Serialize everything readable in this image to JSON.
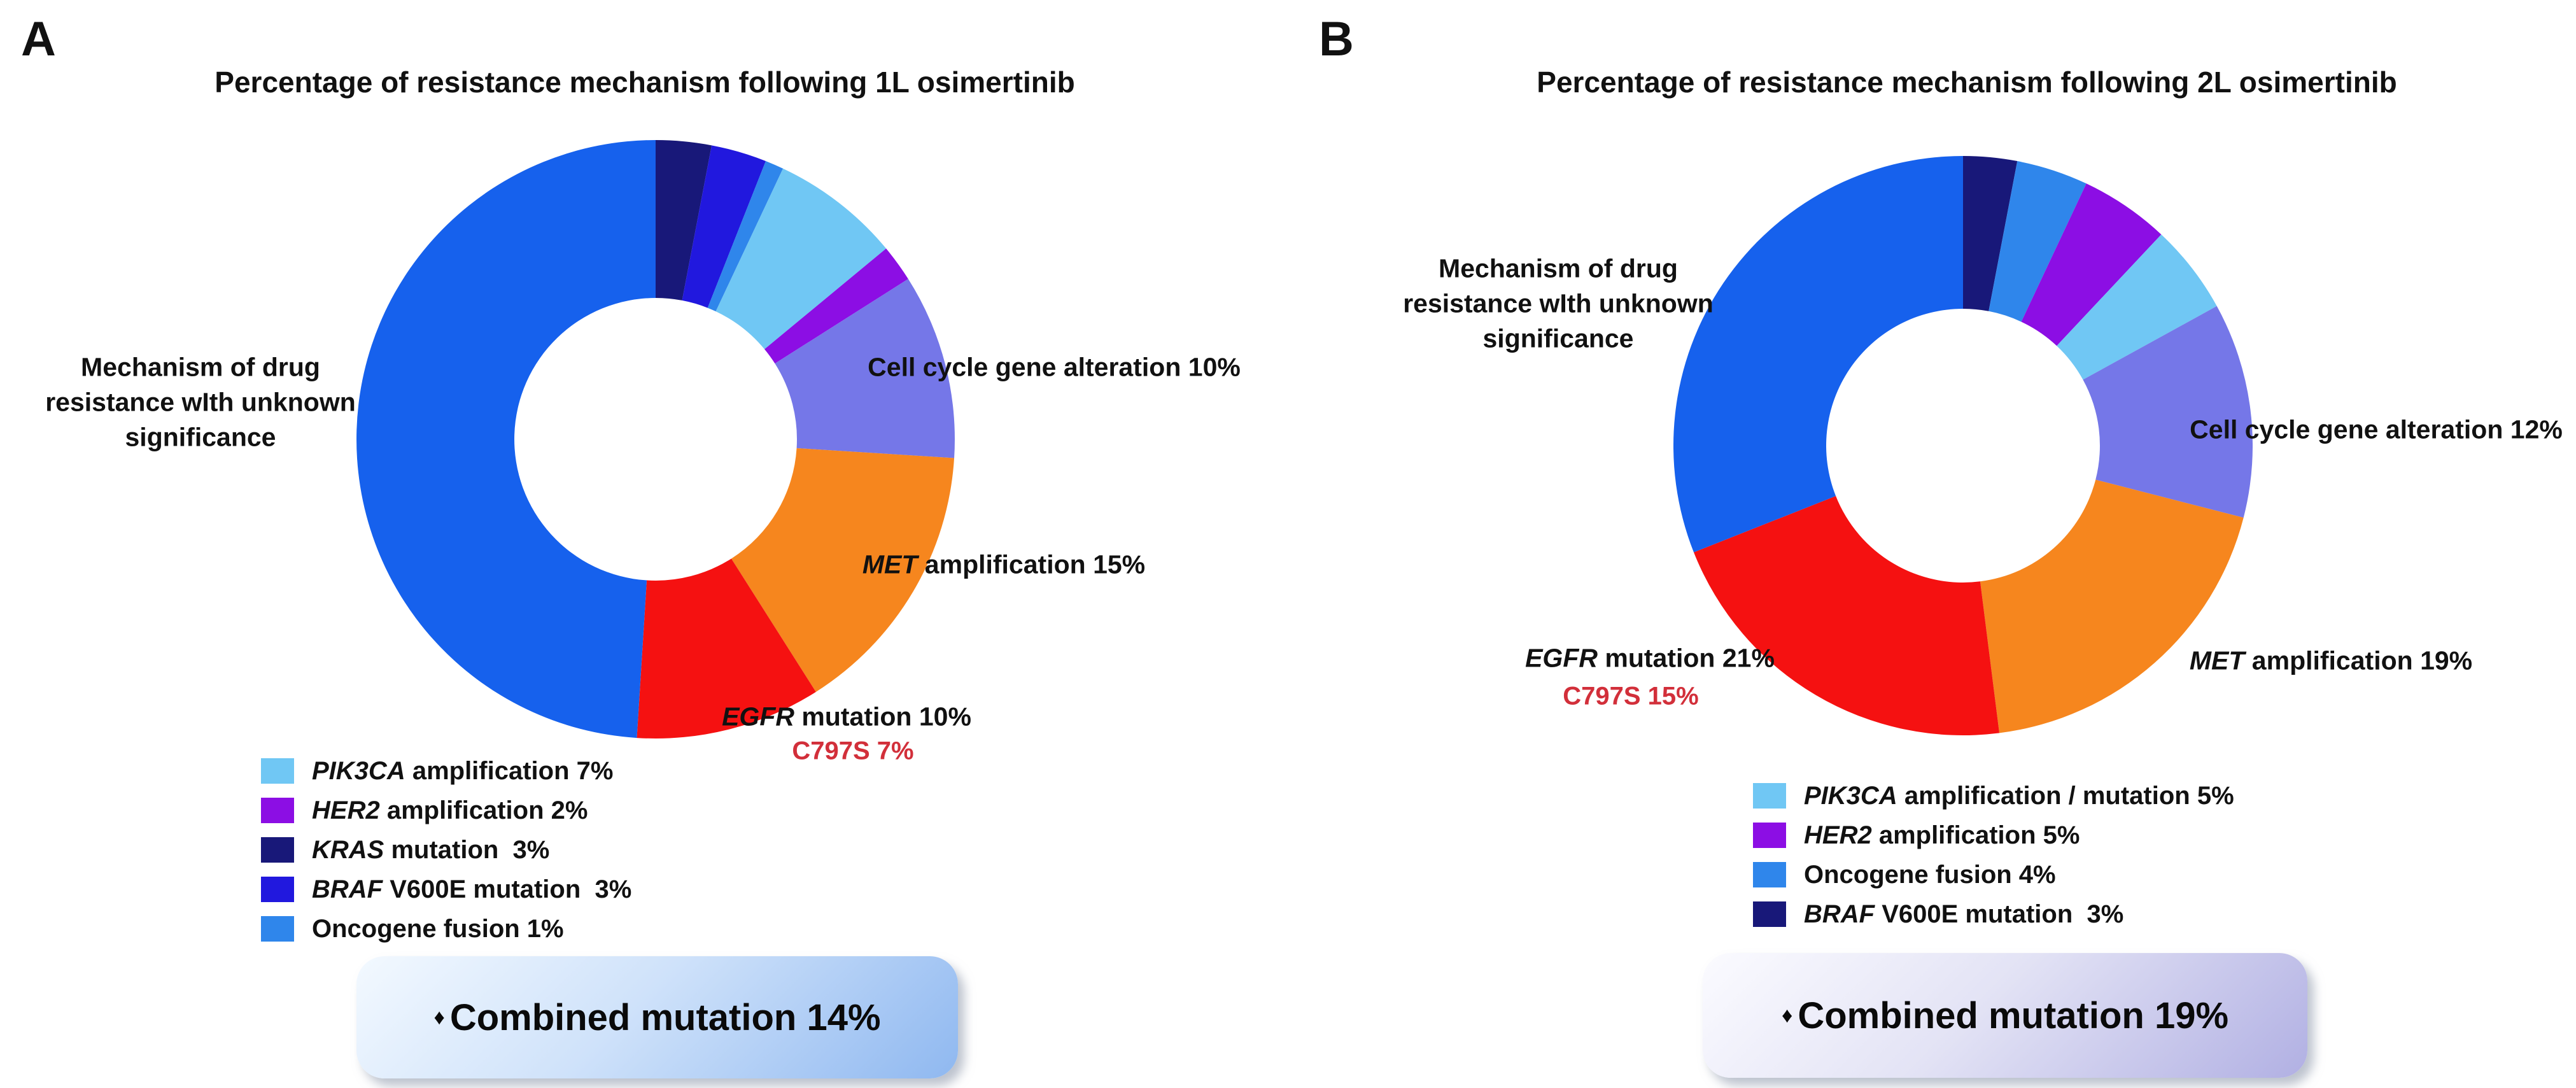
{
  "colors": {
    "unknown_blue": "#1661ED",
    "navy": "#181879",
    "royal_blue": "#2118DE",
    "dodger_blue": "#2F86EB",
    "sky_blue": "#70C7F4",
    "violet": "#8C0EE4",
    "periwinkle": "#7577E8",
    "orange": "#F6861E",
    "red": "#F51111",
    "c797s_text_red": "#D22F3A"
  },
  "panel_a": {
    "panel_label": "A",
    "title": "Percentage of resistance mechanism following 1L osimertinib",
    "unknown_label": {
      "line1": "Mechanism of drug",
      "line2": "resistance wIth unknown",
      "line3": "significance"
    },
    "callout_cell_cycle": {
      "gene": "",
      "text": "Cell cycle gene alteration 10%"
    },
    "callout_met": {
      "gene": "MET",
      "text": " amplification 15%"
    },
    "callout_egfr": {
      "gene": "EGFR",
      "text": " mutation 10%"
    },
    "callout_c797s": "C797S 7%",
    "legend": [
      {
        "gene": "PIK3CA",
        "text": " amplification 7%",
        "color": "#70C7F4"
      },
      {
        "gene": "HER2",
        "text": " amplification 2%",
        "color": "#8C0EE4"
      },
      {
        "gene": "KRAS",
        "text": " mutation  3%",
        "color": "#181879"
      },
      {
        "gene": "BRAF",
        "text": " V600E mutation  3%",
        "color": "#2118DE"
      },
      {
        "gene": "",
        "text": "Oncogene fusion 1%",
        "color": "#2F86EB"
      }
    ],
    "combined_bullet": "♦",
    "combined_label": "Combined mutation 14%"
  },
  "panel_b": {
    "panel_label": "B",
    "title": "Percentage of resistance mechanism following 2L osimertinib",
    "unknown_label": {
      "line1": "Mechanism of drug",
      "line2": "resistance wIth unknown",
      "line3": "significance"
    },
    "callout_cell_cycle": {
      "gene": "",
      "text": "Cell cycle gene alteration 12%"
    },
    "callout_met": {
      "gene": "MET",
      "text": " amplification 19%"
    },
    "callout_egfr": {
      "gene": "EGFR",
      "text": " mutation 21%"
    },
    "callout_c797s": "C797S 15%",
    "legend": [
      {
        "gene": "PIK3CA",
        "text": " amplification / mutation 5%",
        "color": "#70C7F4"
      },
      {
        "gene": "HER2",
        "text": " amplification 5%",
        "color": "#8C0EE4"
      },
      {
        "gene": "",
        "text": "Oncogene fusion 4%",
        "color": "#2F86EB"
      },
      {
        "gene": "BRAF",
        "text": " V600E mutation  3%",
        "color": "#181879"
      }
    ],
    "combined_bullet": "♦",
    "combined_label": "Combined mutation 19%"
  },
  "chart_data": [
    {
      "type": "pie",
      "variant": "donut",
      "title": "Percentage of resistance mechanism following 1L osimertinib",
      "start_angle_deg": 0,
      "direction": "clockwise",
      "legend_position": "bottom-left",
      "categories": [
        "KRAS mutation",
        "BRAF V600E mutation",
        "Oncogene fusion",
        "PIK3CA amplification",
        "HER2 amplification",
        "Cell cycle gene alteration",
        "MET amplification",
        "EGFR mutation (C797S 7%)",
        "Mechanism of drug resistance with unknown significance"
      ],
      "values": [
        3,
        3,
        1,
        7,
        2,
        10,
        15,
        10,
        49
      ],
      "colors": [
        "#181879",
        "#2118DE",
        "#2F86EB",
        "#70C7F4",
        "#8C0EE4",
        "#7577E8",
        "#F6861E",
        "#F51111",
        "#1661ED"
      ],
      "annotations": [
        "C797S 7%",
        "Combined mutation 14%"
      ]
    },
    {
      "type": "pie",
      "variant": "donut",
      "title": "Percentage of resistance mechanism following 2L osimertinib",
      "start_angle_deg": 0,
      "direction": "clockwise",
      "legend_position": "bottom-center",
      "categories": [
        "BRAF V600E mutation",
        "Oncogene fusion",
        "HER2 amplification",
        "PIK3CA amplification / mutation",
        "Cell cycle gene alteration",
        "MET amplification",
        "EGFR mutation (C797S 15%)",
        "Mechanism of drug resistance with unknown significance"
      ],
      "values": [
        3,
        4,
        5,
        5,
        12,
        19,
        21,
        31
      ],
      "colors": [
        "#181879",
        "#2F86EB",
        "#8C0EE4",
        "#70C7F4",
        "#7577E8",
        "#F6861E",
        "#F51111",
        "#1661ED"
      ],
      "annotations": [
        "C797S 15%",
        "Combined mutation 19%"
      ]
    }
  ]
}
